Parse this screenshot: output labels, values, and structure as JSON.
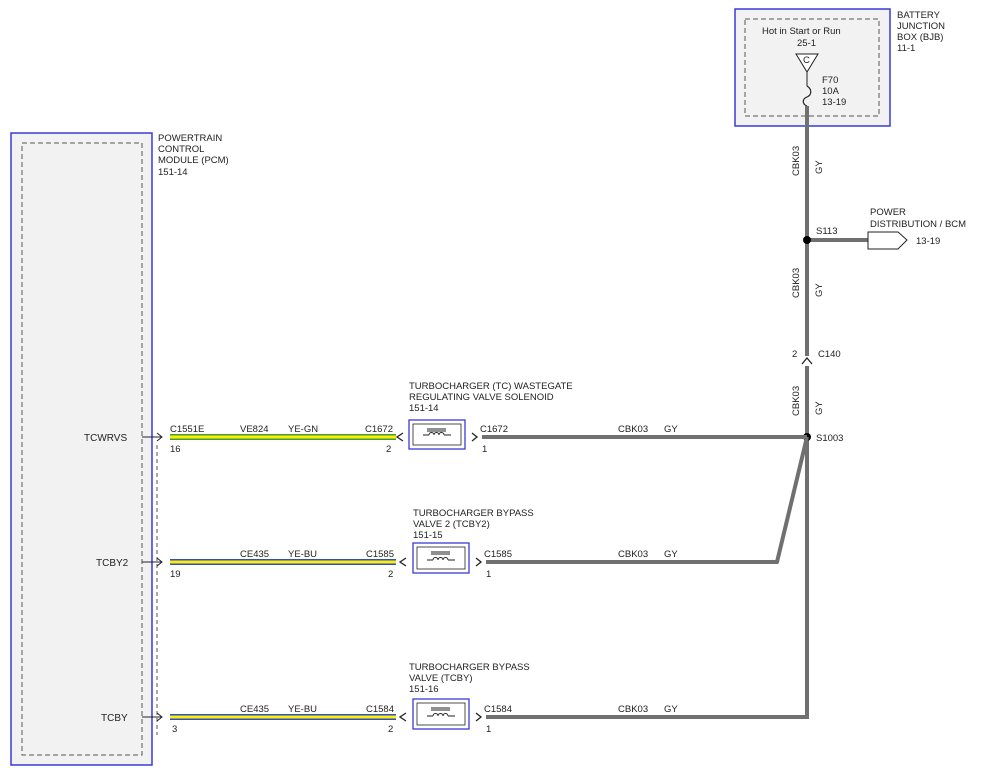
{
  "pcm": {
    "title_lines": [
      "POWERTRAIN",
      "CONTROL",
      "MODULE (PCM)"
    ],
    "ref": "151-14",
    "connector": "C1551E",
    "signals": [
      {
        "name": "TCWRVS",
        "pin": "16"
      },
      {
        "name": "TCBY2",
        "pin": "19"
      },
      {
        "name": "TCBY",
        "pin": "3"
      }
    ]
  },
  "bjb": {
    "title_lines": [
      "BATTERY",
      "JUNCTION",
      "BOX (BJB)"
    ],
    "ref": "11-1",
    "hot_label": "Hot in Start or Run",
    "hot_ref": "25-1",
    "terminal": "C",
    "fuse": "F70",
    "fuse_rating": "10A",
    "fuse_ref": "13-19"
  },
  "power_dist": {
    "title_lines": [
      "POWER",
      "DISTRIBUTION / BCM"
    ],
    "ref": "13-19",
    "splice": "S113"
  },
  "c140": {
    "connector": "C140",
    "pin": "2"
  },
  "s1003": {
    "splice": "S1003"
  },
  "vertical_wires": [
    {
      "circuit": "CBK03",
      "color": "GY"
    },
    {
      "circuit": "CBK03",
      "color": "GY"
    },
    {
      "circuit": "CBK03",
      "color": "GY"
    }
  ],
  "components": [
    {
      "title_lines": [
        "TURBOCHARGER (TC) WASTEGATE",
        "REGULATING VALVE SOLENOID"
      ],
      "ref": "151-14",
      "in_connector": "C1672",
      "in_pin": "2",
      "out_connector": "C1672",
      "out_pin": "1",
      "in_circuit": "VE824",
      "in_color": "YE-GN",
      "out_circuit": "CBK03",
      "out_color": "GY"
    },
    {
      "title_lines": [
        "TURBOCHARGER BYPASS",
        "VALVE 2 (TCBY2)"
      ],
      "ref": "151-15",
      "in_connector": "C1585",
      "in_pin": "2",
      "out_connector": "C1585",
      "out_pin": "1",
      "in_circuit": "CE435",
      "in_color": "YE-BU",
      "out_circuit": "CBK03",
      "out_color": "GY"
    },
    {
      "title_lines": [
        "TURBOCHARGER BYPASS",
        "VALVE (TCBY)"
      ],
      "ref": "151-16",
      "in_connector": "C1584",
      "in_pin": "2",
      "out_connector": "C1584",
      "out_pin": "1",
      "in_circuit": "CE435",
      "in_color": "YE-BU",
      "out_circuit": "CBK03",
      "out_color": "GY"
    }
  ],
  "colors": {
    "module_border": "#3a3ad8",
    "module_fill": "#f2f2f2",
    "wire_gray": "#707070",
    "wire_yellow": "#ffee00",
    "wire_green": "#3f9c3f",
    "wire_blue": "#2c4fd0"
  }
}
